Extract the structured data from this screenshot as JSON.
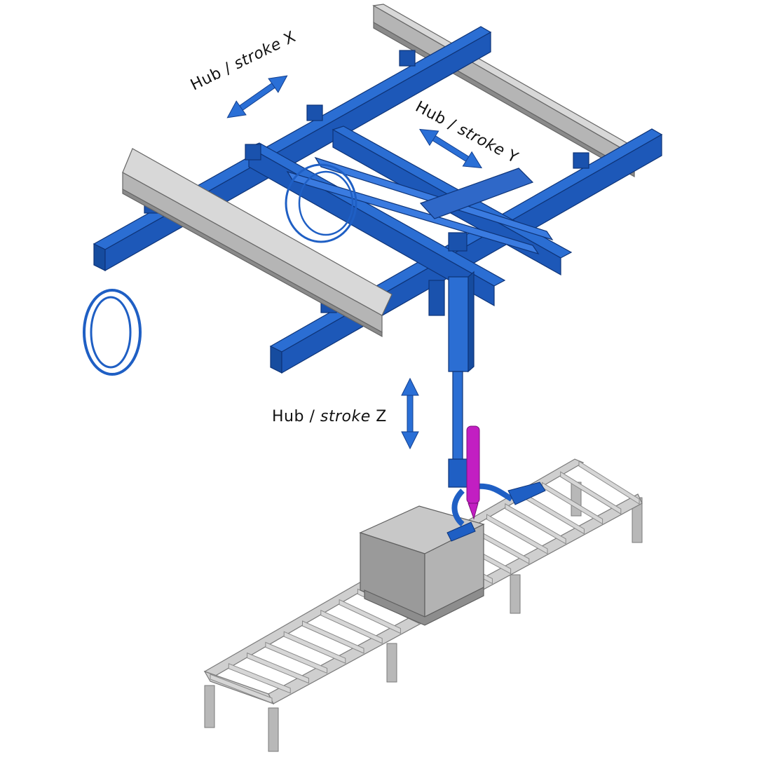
{
  "labels": {
    "stroke_x": {
      "hub": "Hub",
      "sep": " / ",
      "stroke": "stroke",
      "axis": " X"
    },
    "stroke_y": {
      "hub": "Hub",
      "sep": " / ",
      "stroke": "stroke",
      "axis": " Y"
    },
    "stroke_z": {
      "hub": "Hub",
      "sep": " / ",
      "stroke": "stroke",
      "axis": " Z"
    }
  },
  "colors": {
    "crane_blue": "#1f5fc4",
    "crane_blue_dark": "#123f8f",
    "rail_grey": "#a9a9a9",
    "conveyor_grey": "#c4c4c4",
    "box_grey": "#9c9c9c",
    "tool_magenta": "#c21ec2",
    "arrow_blue": "#2a6fd6"
  },
  "icons": {
    "x_arrow": "double-arrow-icon",
    "y_arrow": "double-arrow-icon",
    "z_arrow": "double-arrow-icon"
  }
}
